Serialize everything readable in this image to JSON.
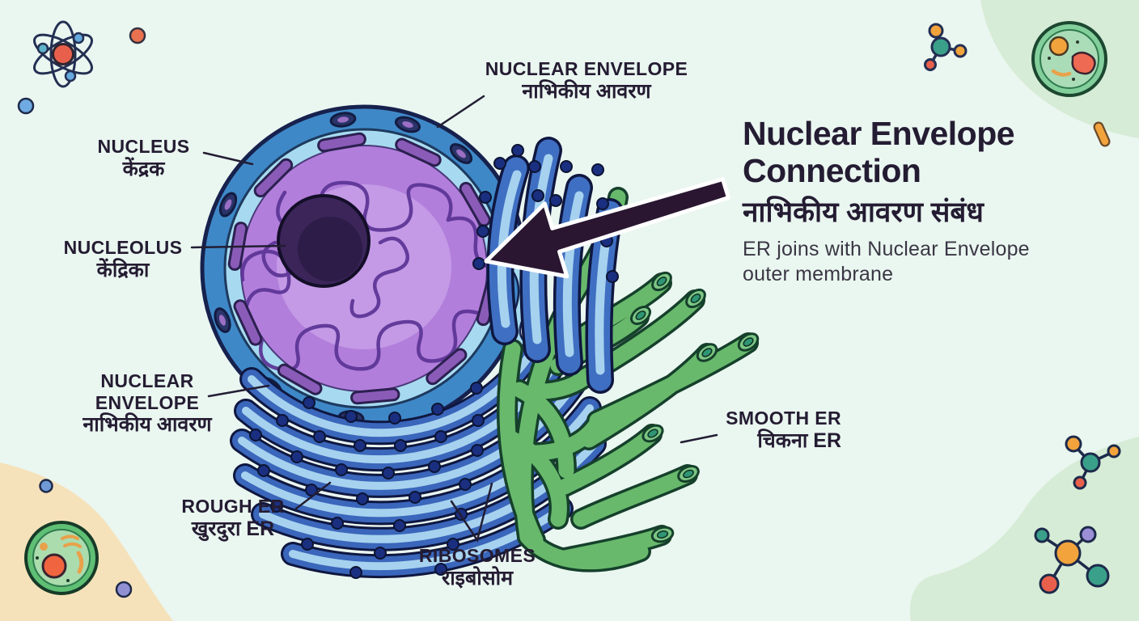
{
  "title": {
    "en_line1": "Nuclear Envelope",
    "en_line2": "Connection",
    "hi": "नाभिकीय आवरण संबंध",
    "subtitle_line1": "ER joins with Nuclear Envelope",
    "subtitle_line2": "outer membrane"
  },
  "labels": {
    "nuclear_envelope_top": {
      "en": "NUCLEAR ENVELOPE",
      "hi": "नाभिकीय आवरण"
    },
    "nucleus": {
      "en": "NUCLEUS",
      "hi": "केंद्रक"
    },
    "nucleolus": {
      "en": "NUCLEOLUS",
      "hi": "केंद्रिका"
    },
    "nuclear_envelope_left": {
      "en_line1": "NUCLEAR",
      "en_line2": "ENVELOPE",
      "hi": "नाभिकीय आवरण"
    },
    "rough_er": {
      "en": "ROUGH ER",
      "hi": "खुरदुरा ER"
    },
    "ribosomes": {
      "en": "RIBOSOMES",
      "hi": "राइबोसोम"
    },
    "smooth_er": {
      "en": "SMOOTH ER",
      "hi": "चिकना ER"
    }
  },
  "colors": {
    "background": "#eaf6f0",
    "corner_blob_green": "#d6ecd6",
    "corner_blob_beige": "#f6e2ba",
    "text_dark": "#241c32",
    "subtitle_text": "#3a3744",
    "nuclear_envelope_blue": "#3f88c8",
    "perinuclear_light_blue": "#a7daf0",
    "nucleoplasm_purple": "#b27edb",
    "chromatin_purple": "#5d3697",
    "nucleolus_dark": "#3b2559",
    "rough_er_blue": "#3a66bb",
    "ribosome_navy": "#1b2f80",
    "smooth_er_green": "#68b96c",
    "arrow_dark": "#2a1631",
    "accent_orange": "#f2a33c",
    "accent_red": "#e8604c",
    "accent_teal": "#3aa08a"
  },
  "decorations": [
    "atom-icon",
    "molecule-icon",
    "cell-icon",
    "dot-accents",
    "corner-blobs"
  ]
}
